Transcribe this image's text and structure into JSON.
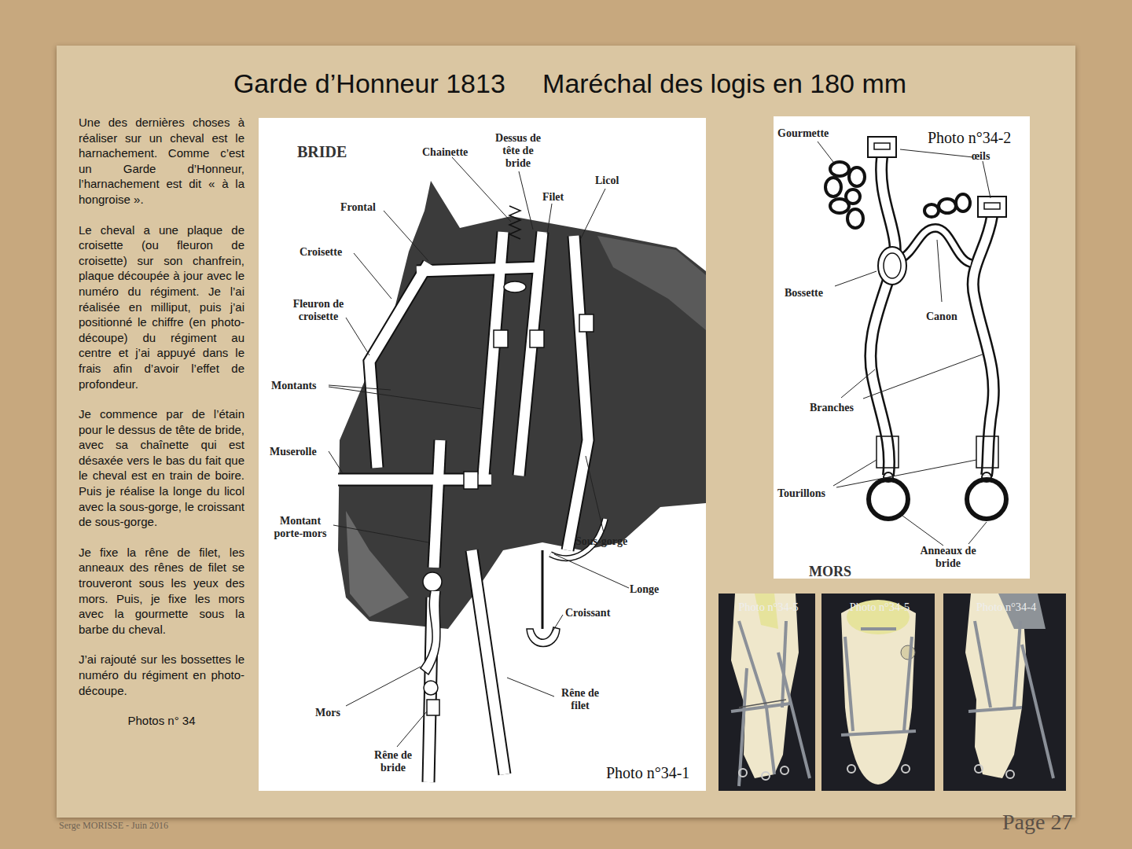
{
  "diagram": {
    "title": "Garde d’Honneur 1813     Maréchal des logis en 180 mm",
    "nodes": [
      {
        "text": [
          "BRIDE",
          "Chainette",
          "Dessus de tête de bride",
          "Licol",
          "Frontal",
          "Filet",
          "Croisette",
          "Fleuron de croisette",
          "Montants",
          "Muserolle",
          "Montant porte-mors",
          "Sous-gorge",
          "Longe",
          "Croissant",
          "Rêne de filet",
          "Mors",
          "Rêne de bride",
          "Photo n°34-1"
        ]
      },
      {
        "text": [
          "Gourmette",
          "Photo n°34-2",
          "œils",
          "Bossette",
          "Canon",
          "Branches",
          "Tourillons",
          "Anneaux de bride",
          "MORS"
        ]
      },
      {
        "text": [
          "Photo n°34-5"
        ]
      },
      {
        "text": [
          "Photo n°34-5"
        ]
      },
      {
        "text": [
          "Photo n°34-4"
        ]
      }
    ],
    "labels": [
      "Une des dernières choses à réaliser sur un cheval est le harnachement. Comme c’est un Garde d’Honneur, l’harnachement est dit « à la hongroise ».",
      "Le cheval a une plaque de croisette (ou fleuron de croisette) sur son chanfrein, plaque découpée à jour avec le numéro du régiment. Je l’ai réalisée en milliput, puis j’ai positionné le chiffre (en photo-découpe) du régiment au centre et j’ai appuyé dans le frais afin d’avoir l’effet de profondeur.",
      "Je commence par de l’étain pour le dessus de tête de bride, avec sa chaînette qui est désaxée vers le bas du fait que le cheval est en train de boire. Puis je réalise la longe du licol avec la sous-gorge, le croissant de sous-gorge.",
      "Je fixe la rêne de filet, les anneaux des rênes de filet se trouveront sous les yeux des mors. Puis, je fixe les mors avec la gourmette sous la barbe du cheval.",
      "J’ai rajouté sur les bossettes le numéro du régiment en photo-découpe.",
      "Photos n° 34",
      "Serge MORISSE - Juin 2016",
      "Page 27"
    ]
  }
}
